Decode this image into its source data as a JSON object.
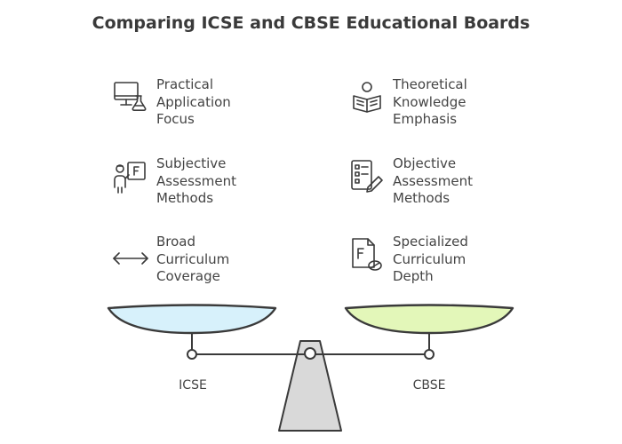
{
  "title": "Comparing ICSE and CBSE Educational Boards",
  "left": {
    "name": "ICSE",
    "pan_color": "#d7f1fb",
    "items": [
      {
        "label": "Practical\nApplication\nFocus",
        "icon": "computer-flask-icon"
      },
      {
        "label": "Subjective\nAssessment\nMethods",
        "icon": "teacher-board-icon"
      },
      {
        "label": "Broad\nCurriculum\nCoverage",
        "icon": "double-arrow-icon"
      }
    ]
  },
  "right": {
    "name": "CBSE",
    "pan_color": "#e3f7b9",
    "items": [
      {
        "label": "Theoretical\nKnowledge\nEmphasis",
        "icon": "reader-book-icon"
      },
      {
        "label": "Objective\nAssessment\nMethods",
        "icon": "checklist-pencil-icon"
      },
      {
        "label": "Specialized\nCurriculum\nDepth",
        "icon": "document-pill-icon"
      }
    ]
  },
  "colors": {
    "stroke": "#3a3a3a",
    "stand": "#d9d9d9"
  }
}
